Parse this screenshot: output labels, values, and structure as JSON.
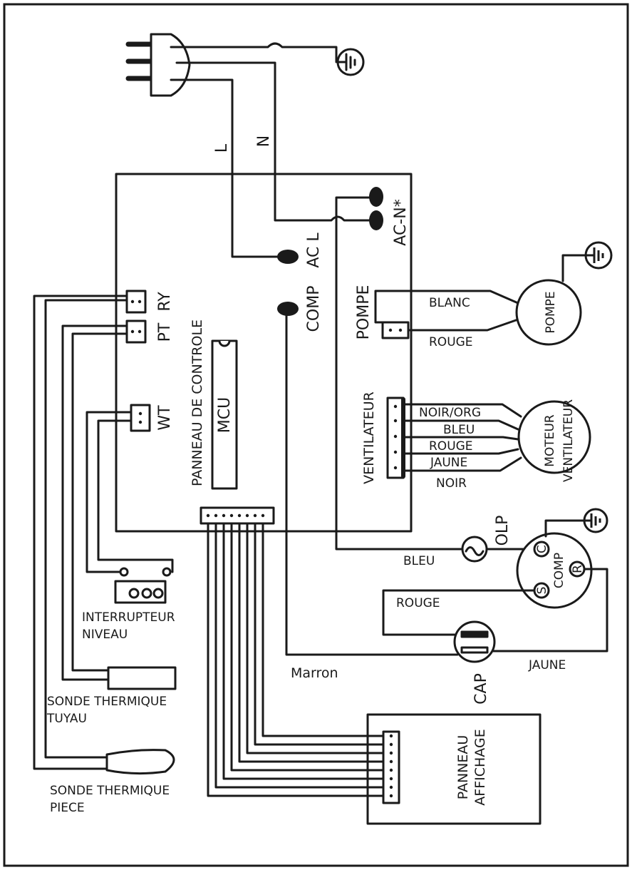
{
  "labels": {
    "L": "L",
    "N": "N",
    "AC_N": "AC-N*",
    "AC_L": "AC L",
    "COMP": "COMP",
    "RY": "RY",
    "PT": "PT",
    "WT": "WT",
    "PANNEAU_CONTROLE": "PANNEAU DE CONTROLE",
    "MCU": "MCU",
    "POMPE_CONN": "POMPE",
    "POMPE_MOTOR": "POMPE",
    "BLANC": "BLANC",
    "ROUGE_POMPE": "ROUGE",
    "VENTILATEUR_CONN": "VENTILATEUR",
    "NOIR_ORG": "NOIR/ORG",
    "BLEU_FAN": "BLEU",
    "ROUGE_FAN": "ROUGE",
    "JAUNE_FAN": "JAUNE",
    "NOIR_FAN": "NOIR",
    "MOTEUR": "MOTEUR",
    "VENTILATEUR_MOTOR": "VENTILATEUR",
    "OLP": "OLP",
    "BLEU_COMP": "BLEU",
    "COMP_MOTOR": "COMP",
    "C": "C",
    "R": "R",
    "S": "S",
    "ROUGE_CAP": "ROUGE",
    "CAP": "CAP",
    "JAUNE_CAP": "JAUNE",
    "MARRON": "Marron",
    "INTERRUPTEUR": "INTERRUPTEUR",
    "NIVEAU": "NIVEAU",
    "SONDE_TUYAU_1": "SONDE THERMIQUE",
    "SONDE_TUYAU_2": "TUYAU",
    "SONDE_PIECE_1": "SONDE THERMIQUE",
    "SONDE_PIECE_2": "PIECE",
    "PANNEAU": "PANNEAU",
    "AFFICHAGE": "AFFICHAGE"
  }
}
